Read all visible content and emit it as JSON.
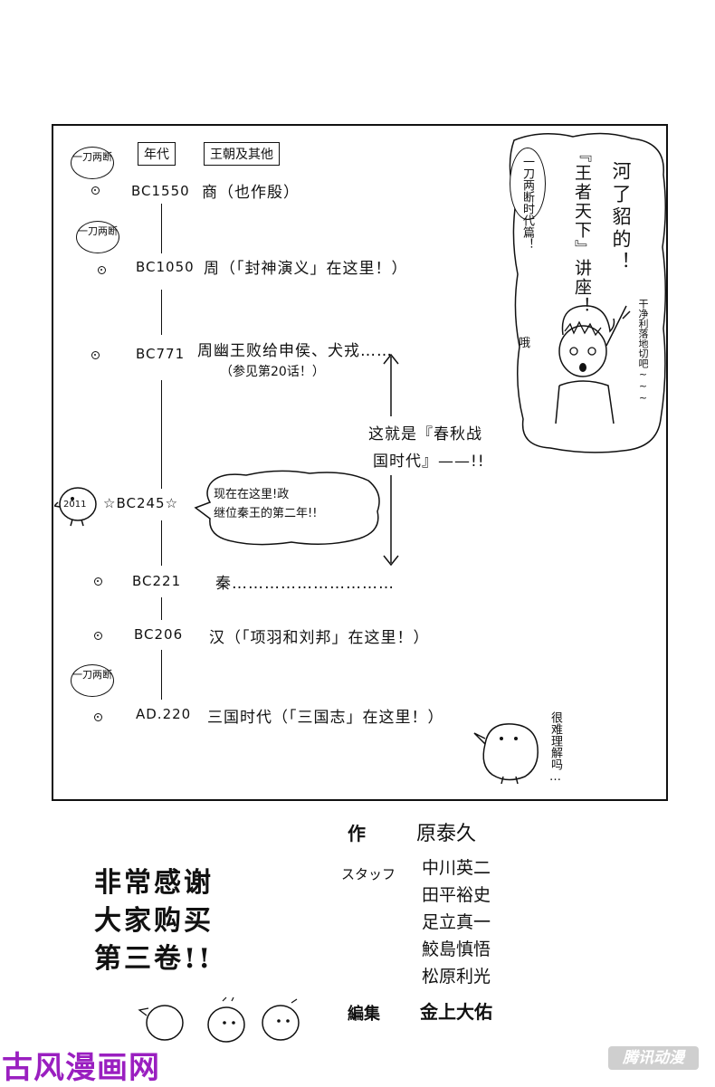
{
  "timeline": {
    "header_year": "年代",
    "header_dynasty": "王朝及其他",
    "gap_label": "一刀两断",
    "entries": [
      {
        "year": "BC1550",
        "text": "商（也作殷）"
      },
      {
        "year": "BC1050",
        "text": "周（「封神演义」在这里！）"
      },
      {
        "year": "BC771",
        "text": "周幽王败给申侯、犬戎……",
        "sub": "（参见第20话！）"
      },
      {
        "year": "☆BC245☆",
        "text": ""
      },
      {
        "year": "BC221",
        "text": "秦…………………………"
      },
      {
        "year": "BC206",
        "text": "汉（「项羽和刘邦」在这里！）"
      },
      {
        "year": "AD.220",
        "text": "三国时代（「三国志」在这里！）"
      }
    ],
    "spring_autumn_1": "这就是『春秋战",
    "spring_autumn_2": "国时代』——!!",
    "bc245_bubble_1": "现在在这里!政",
    "bc245_bubble_2": "继位秦王的第二年!!",
    "bird_tag": "2011"
  },
  "corner": {
    "col1": "河了貂的！",
    "col2": "『王者天下』讲座！",
    "col3": "一刀两断时代篇！",
    "ooh": "哦",
    "side_note": "干净利落地切吧~~~"
  },
  "bird_comment": "很难理解吗…",
  "thanks": [
    "非常感谢",
    "大家购买",
    "第三卷!!"
  ],
  "credits": {
    "author_label": "作",
    "author": "原泰久",
    "staff_label": "スタッフ",
    "staff": [
      "中川英二",
      "田平裕史",
      "足立真一",
      "鮫島慎悟",
      "松原利光"
    ],
    "editor_label": "編集",
    "editor": "金上大佑"
  },
  "watermark_left": "古风漫画网",
  "watermark_right": "腾讯动漫"
}
